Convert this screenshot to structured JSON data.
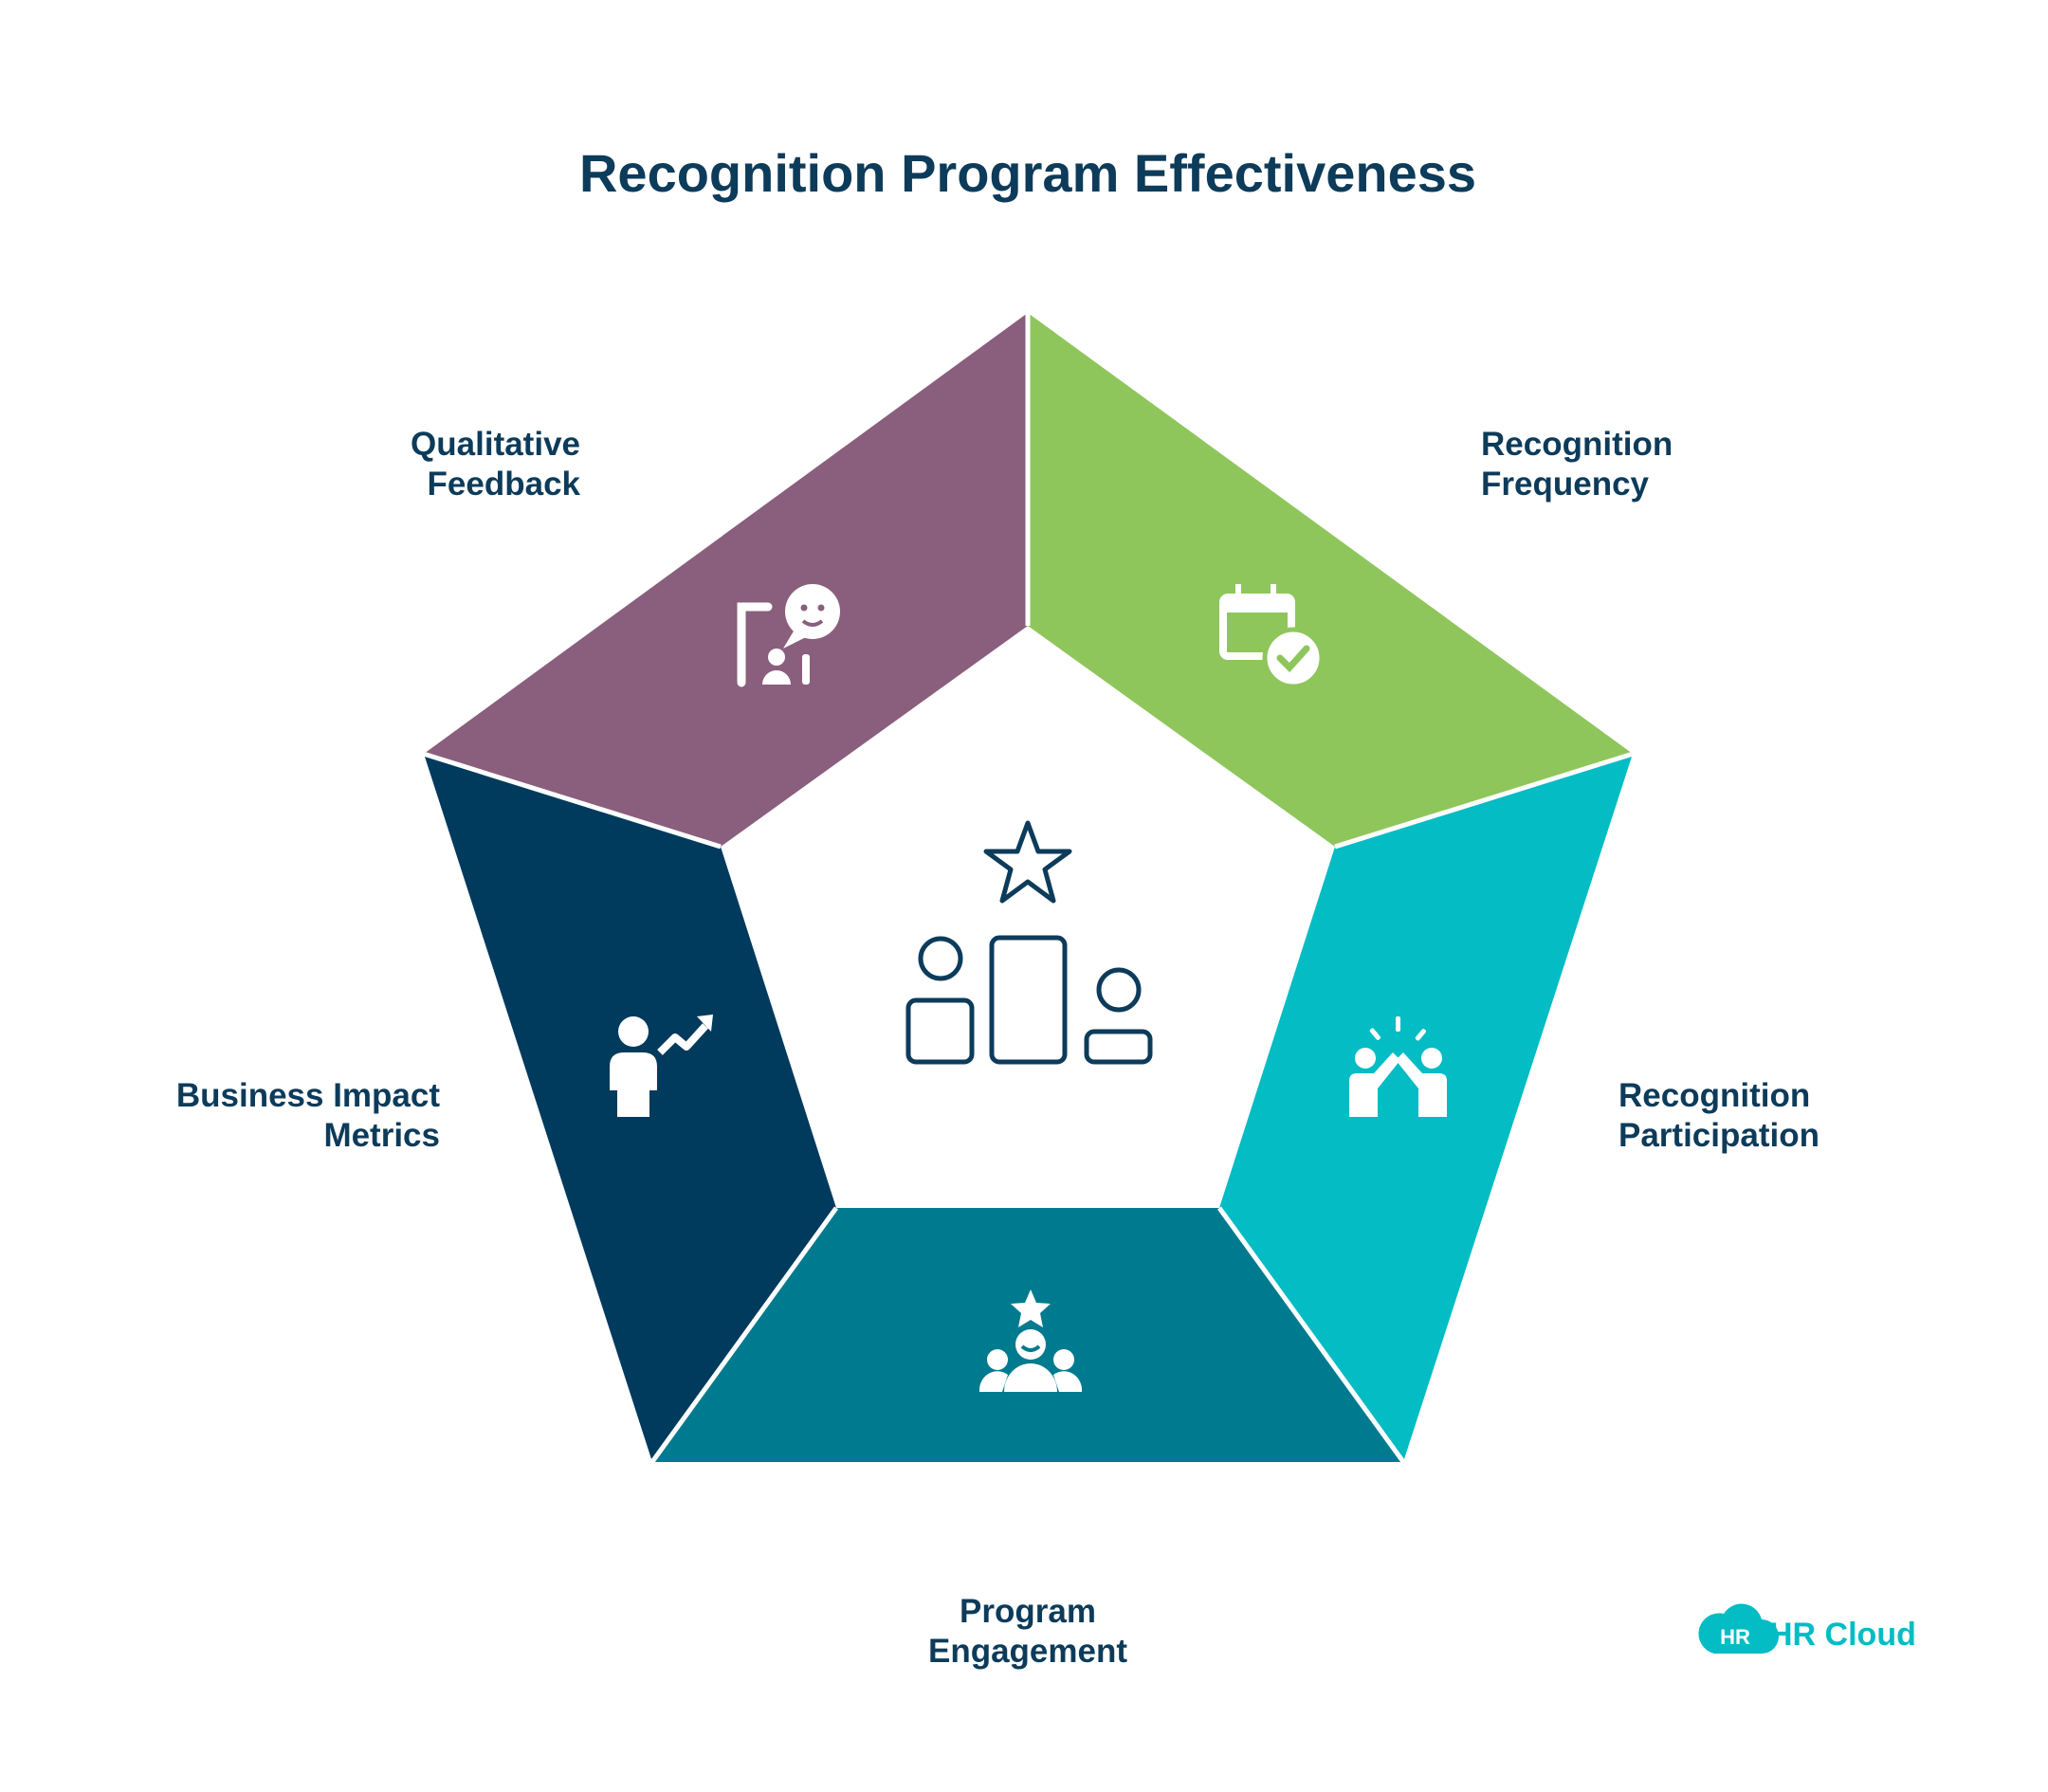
{
  "title": "Recognition Program Effectiveness",
  "segments": [
    {
      "id": "qualitative-feedback",
      "line1": "Qualitative",
      "line2": "Feedback",
      "color": "#8a5e7d",
      "icon": "presentation-feedback-icon"
    },
    {
      "id": "recognition-frequency",
      "line1": "Recognition",
      "line2": "Frequency",
      "color": "#8fc65c",
      "icon": "calendar-check-icon"
    },
    {
      "id": "recognition-participation",
      "line1": "Recognition",
      "line2": "Participation",
      "color": "#03bcc4",
      "icon": "high-five-icon"
    },
    {
      "id": "program-engagement",
      "line1": "Program",
      "line2": "Engagement",
      "color": "#007a8f",
      "icon": "team-star-icon"
    },
    {
      "id": "business-impact-metrics",
      "line1": "Business Impact",
      "line2": "Metrics",
      "color": "#003a5c",
      "icon": "person-growth-icon"
    }
  ],
  "center_icon": "podium-star-icon",
  "logo": {
    "badge": "HR",
    "text": "HR Cloud",
    "color": "#03bcc4"
  }
}
